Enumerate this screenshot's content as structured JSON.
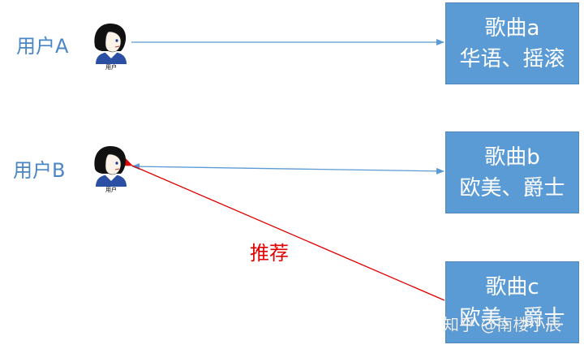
{
  "users": [
    {
      "label": "用户A",
      "caption": "用户"
    },
    {
      "label": "用户B",
      "caption": "用户"
    }
  ],
  "songs": [
    {
      "title": "歌曲a",
      "tags": "华语、摇滚"
    },
    {
      "title": "歌曲b",
      "tags": "欧美、爵士"
    },
    {
      "title": "歌曲c",
      "tags": "欧美、爵士"
    }
  ],
  "recommend_label": "推荐",
  "watermark": "知乎 @南楼小辰",
  "colors": {
    "user_label": "#4a86c5",
    "box_fill": "#5b9bd5",
    "arrow_blue": "#5b9bd5",
    "arrow_red": "#e00000"
  }
}
